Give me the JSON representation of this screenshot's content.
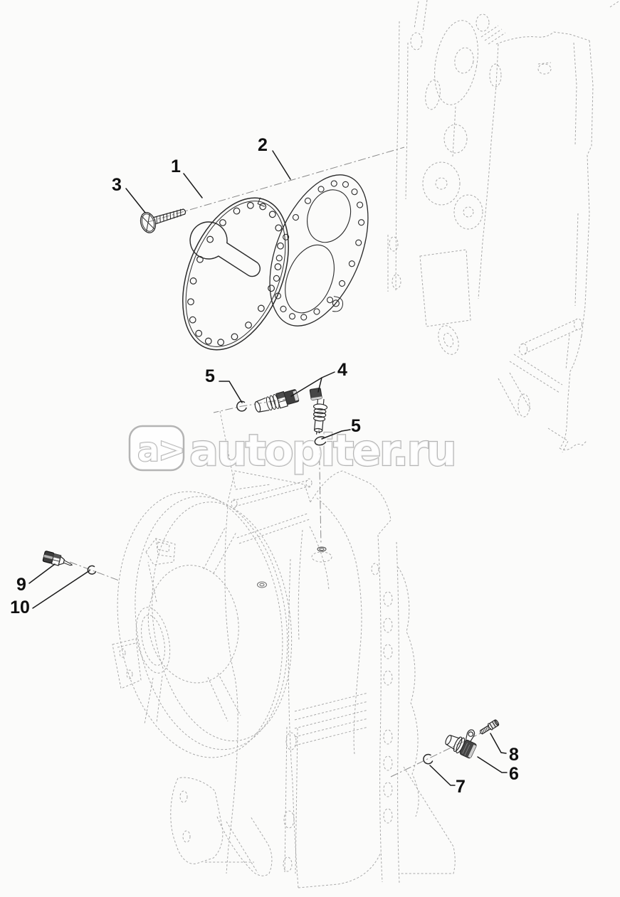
{
  "diagram_type": "exploded-parts-diagram",
  "callouts": [
    {
      "id": "1",
      "label": "1"
    },
    {
      "id": "2",
      "label": "2"
    },
    {
      "id": "3",
      "label": "3"
    },
    {
      "id": "4",
      "label": "4"
    },
    {
      "id": "5-left",
      "label": "5"
    },
    {
      "id": "5-right",
      "label": "5"
    },
    {
      "id": "6",
      "label": "6"
    },
    {
      "id": "7",
      "label": "7"
    },
    {
      "id": "8",
      "label": "8"
    },
    {
      "id": "9",
      "label": "9"
    },
    {
      "id": "10",
      "label": "10"
    }
  ],
  "watermark": {
    "logo_text": "a>",
    "text": "autopiter.ru"
  },
  "colors": {
    "background": "#fbfbfa",
    "part_line": "#2a2a2a",
    "ghost_line": "#a9a9a9",
    "centerline": "#8a8a8a",
    "label_text": "#0f0f0f",
    "watermark_stroke": "#b4b4b4",
    "watermark_fill": "#ffffff"
  }
}
